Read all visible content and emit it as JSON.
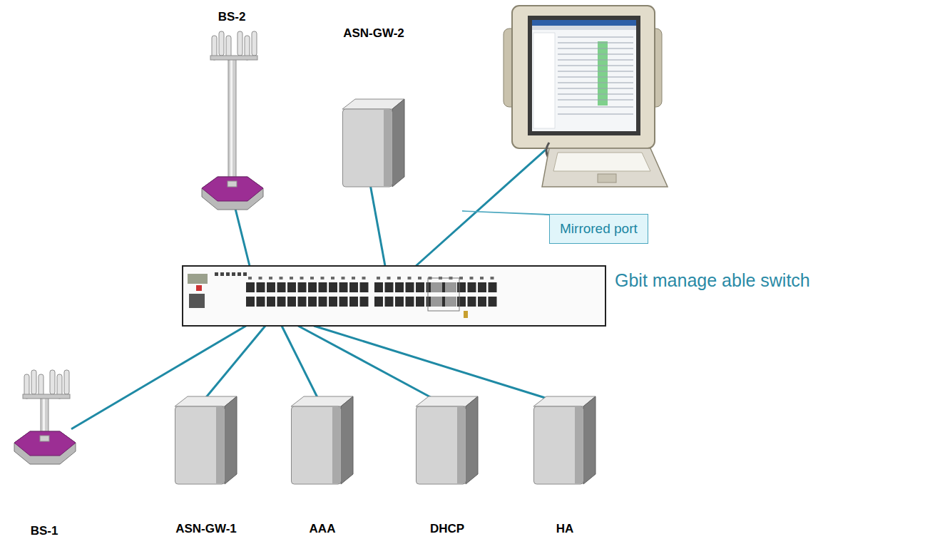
{
  "diagram": {
    "nodes": [
      {
        "text": [
          "BS-2"
        ]
      },
      {
        "text": [
          "ASN-GW-2"
        ]
      },
      {
        "text": [
          "Mirrored port"
        ]
      },
      {
        "text": [
          "Gbit manage able switch"
        ]
      },
      {
        "text": [
          "BS-1"
        ]
      },
      {
        "text": [
          "ASN-GW-1"
        ]
      },
      {
        "text": [
          "AAA"
        ]
      },
      {
        "text": [
          "DHCP"
        ]
      },
      {
        "text": [
          "HA"
        ]
      }
    ],
    "edges": [
      {
        "from": 0,
        "to": 3,
        "arrow": "none"
      },
      {
        "from": 1,
        "to": 3,
        "arrow": "none"
      },
      {
        "from": 4,
        "to": 3,
        "arrow": "none"
      },
      {
        "from": 5,
        "to": 3,
        "arrow": "none"
      },
      {
        "from": 6,
        "to": 3,
        "arrow": "none"
      },
      {
        "from": 7,
        "to": 3,
        "arrow": "none"
      },
      {
        "from": 8,
        "to": 3,
        "arrow": "none"
      }
    ]
  }
}
